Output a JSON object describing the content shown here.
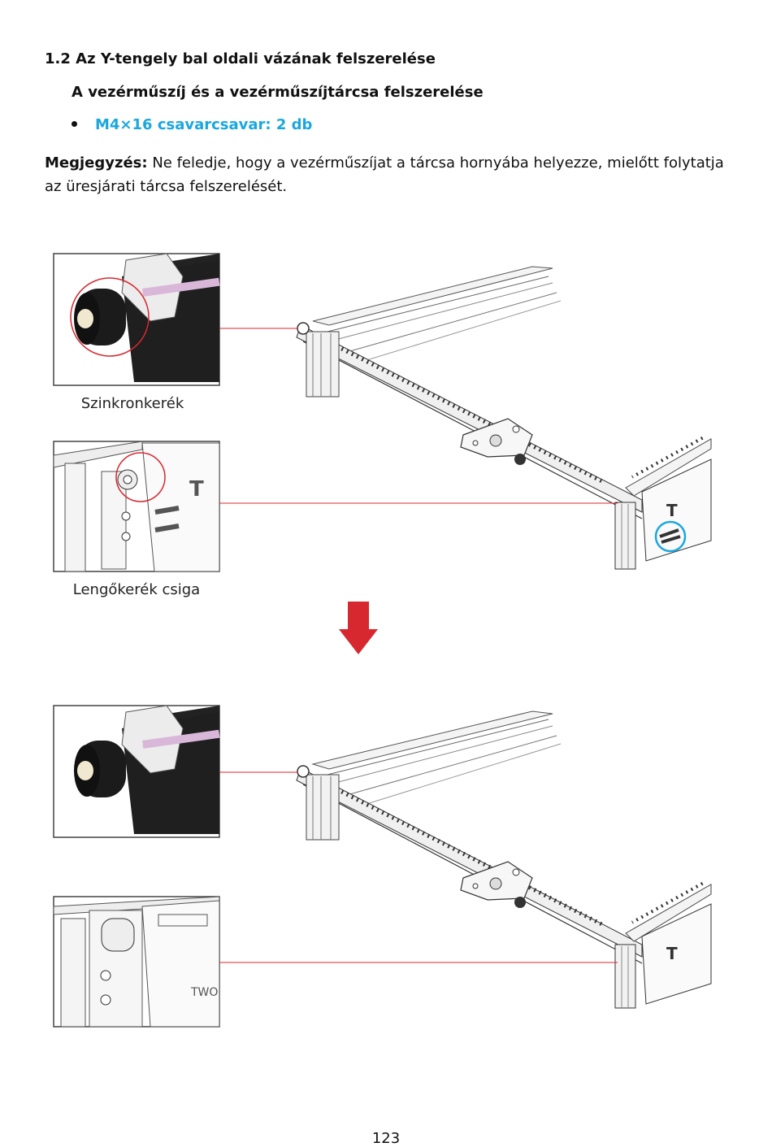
{
  "heading": "1.2 Az Y-tengely bal oldali vázának felszerelése",
  "subheading": "A vezérműszíj és a vezérműszíjtárcsa felszerelése",
  "parts": [
    {
      "label": "M4×16 csavarcsavar: 2 db"
    }
  ],
  "note": {
    "label": "Megjegyzés:",
    "text": " Ne feledje, hogy a vezérműszíjat a tárcsa hornyába helyezze, mielőtt folytatja az üresjárati tárcsa felszerelését."
  },
  "figure": {
    "caption_1": "Szinkronkerék",
    "caption_2": "Lengőkerék csiga",
    "arrow_color": "#d7282f",
    "highlight_red": "#d7282f",
    "highlight_blue": "#1aa7e0"
  },
  "page_number": "123"
}
